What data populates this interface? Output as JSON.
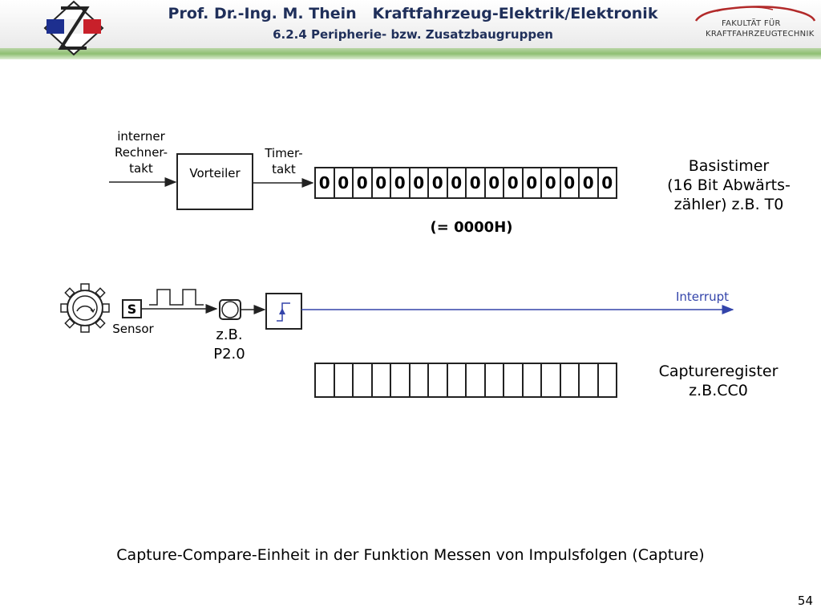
{
  "header": {
    "title": "Prof. Dr.-Ing. M. Thein   Kraftfahrzeug-Elektrik/Elektronik",
    "subtitle": "6.2.4 Peripherie- bzw. Zusatzbaugruppen",
    "logo_right_line1": "FAKULTÄT FÜR",
    "logo_right_line2": "KRAFTFAHRZEUGTECHNIK"
  },
  "diagram": {
    "interner_line1": "interner",
    "interner_line2": "Rechner-",
    "interner_line3": "takt",
    "vorteiler": "Vorteiler",
    "timer_line1": "Timer-",
    "timer_line2": "takt",
    "timer_bits": [
      "0",
      "0",
      "0",
      "0",
      "0",
      "0",
      "0",
      "0",
      "0",
      "0",
      "0",
      "0",
      "0",
      "0",
      "0",
      "0"
    ],
    "basistimer_line1": "Basistimer",
    "basistimer_line2": "(16 Bit Abwärts-",
    "basistimer_line3": "zähler) z.B. T0",
    "hex_value": "(= 0000H)",
    "sensor_letter": "S",
    "sensor": "Sensor",
    "port_line1": "z.B.",
    "port_line2": "P2.0",
    "interrupt": "Interrupt",
    "capture_line1": "Captureregister",
    "capture_line2": "z.B.CC0",
    "capture_cells": 16,
    "interrupt_color": "#3344aa"
  },
  "caption": "Capture-Compare-Einheit in der Funktion Messen von Impulsfolgen (Capture)",
  "page_number": "54"
}
